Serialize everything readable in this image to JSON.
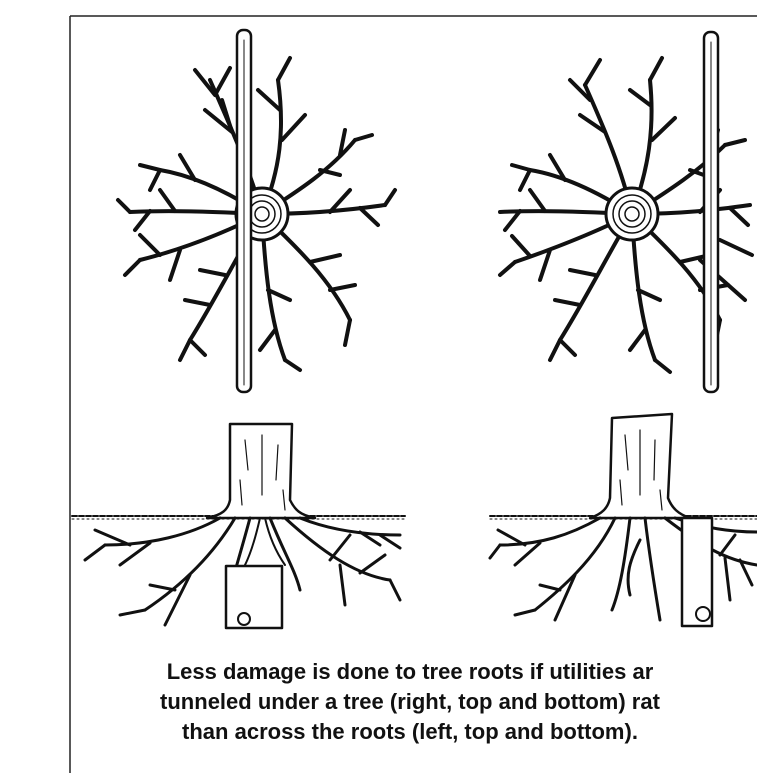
{
  "figure": {
    "ink_color": "#111111",
    "paper_color": "#ffffff"
  },
  "caption": {
    "line1": "Less damage is done to tree roots if utilities ar",
    "line2": "tunneled under a tree (right, top and bottom) rat",
    "line3": "than across the roots (left, top and bottom)."
  }
}
